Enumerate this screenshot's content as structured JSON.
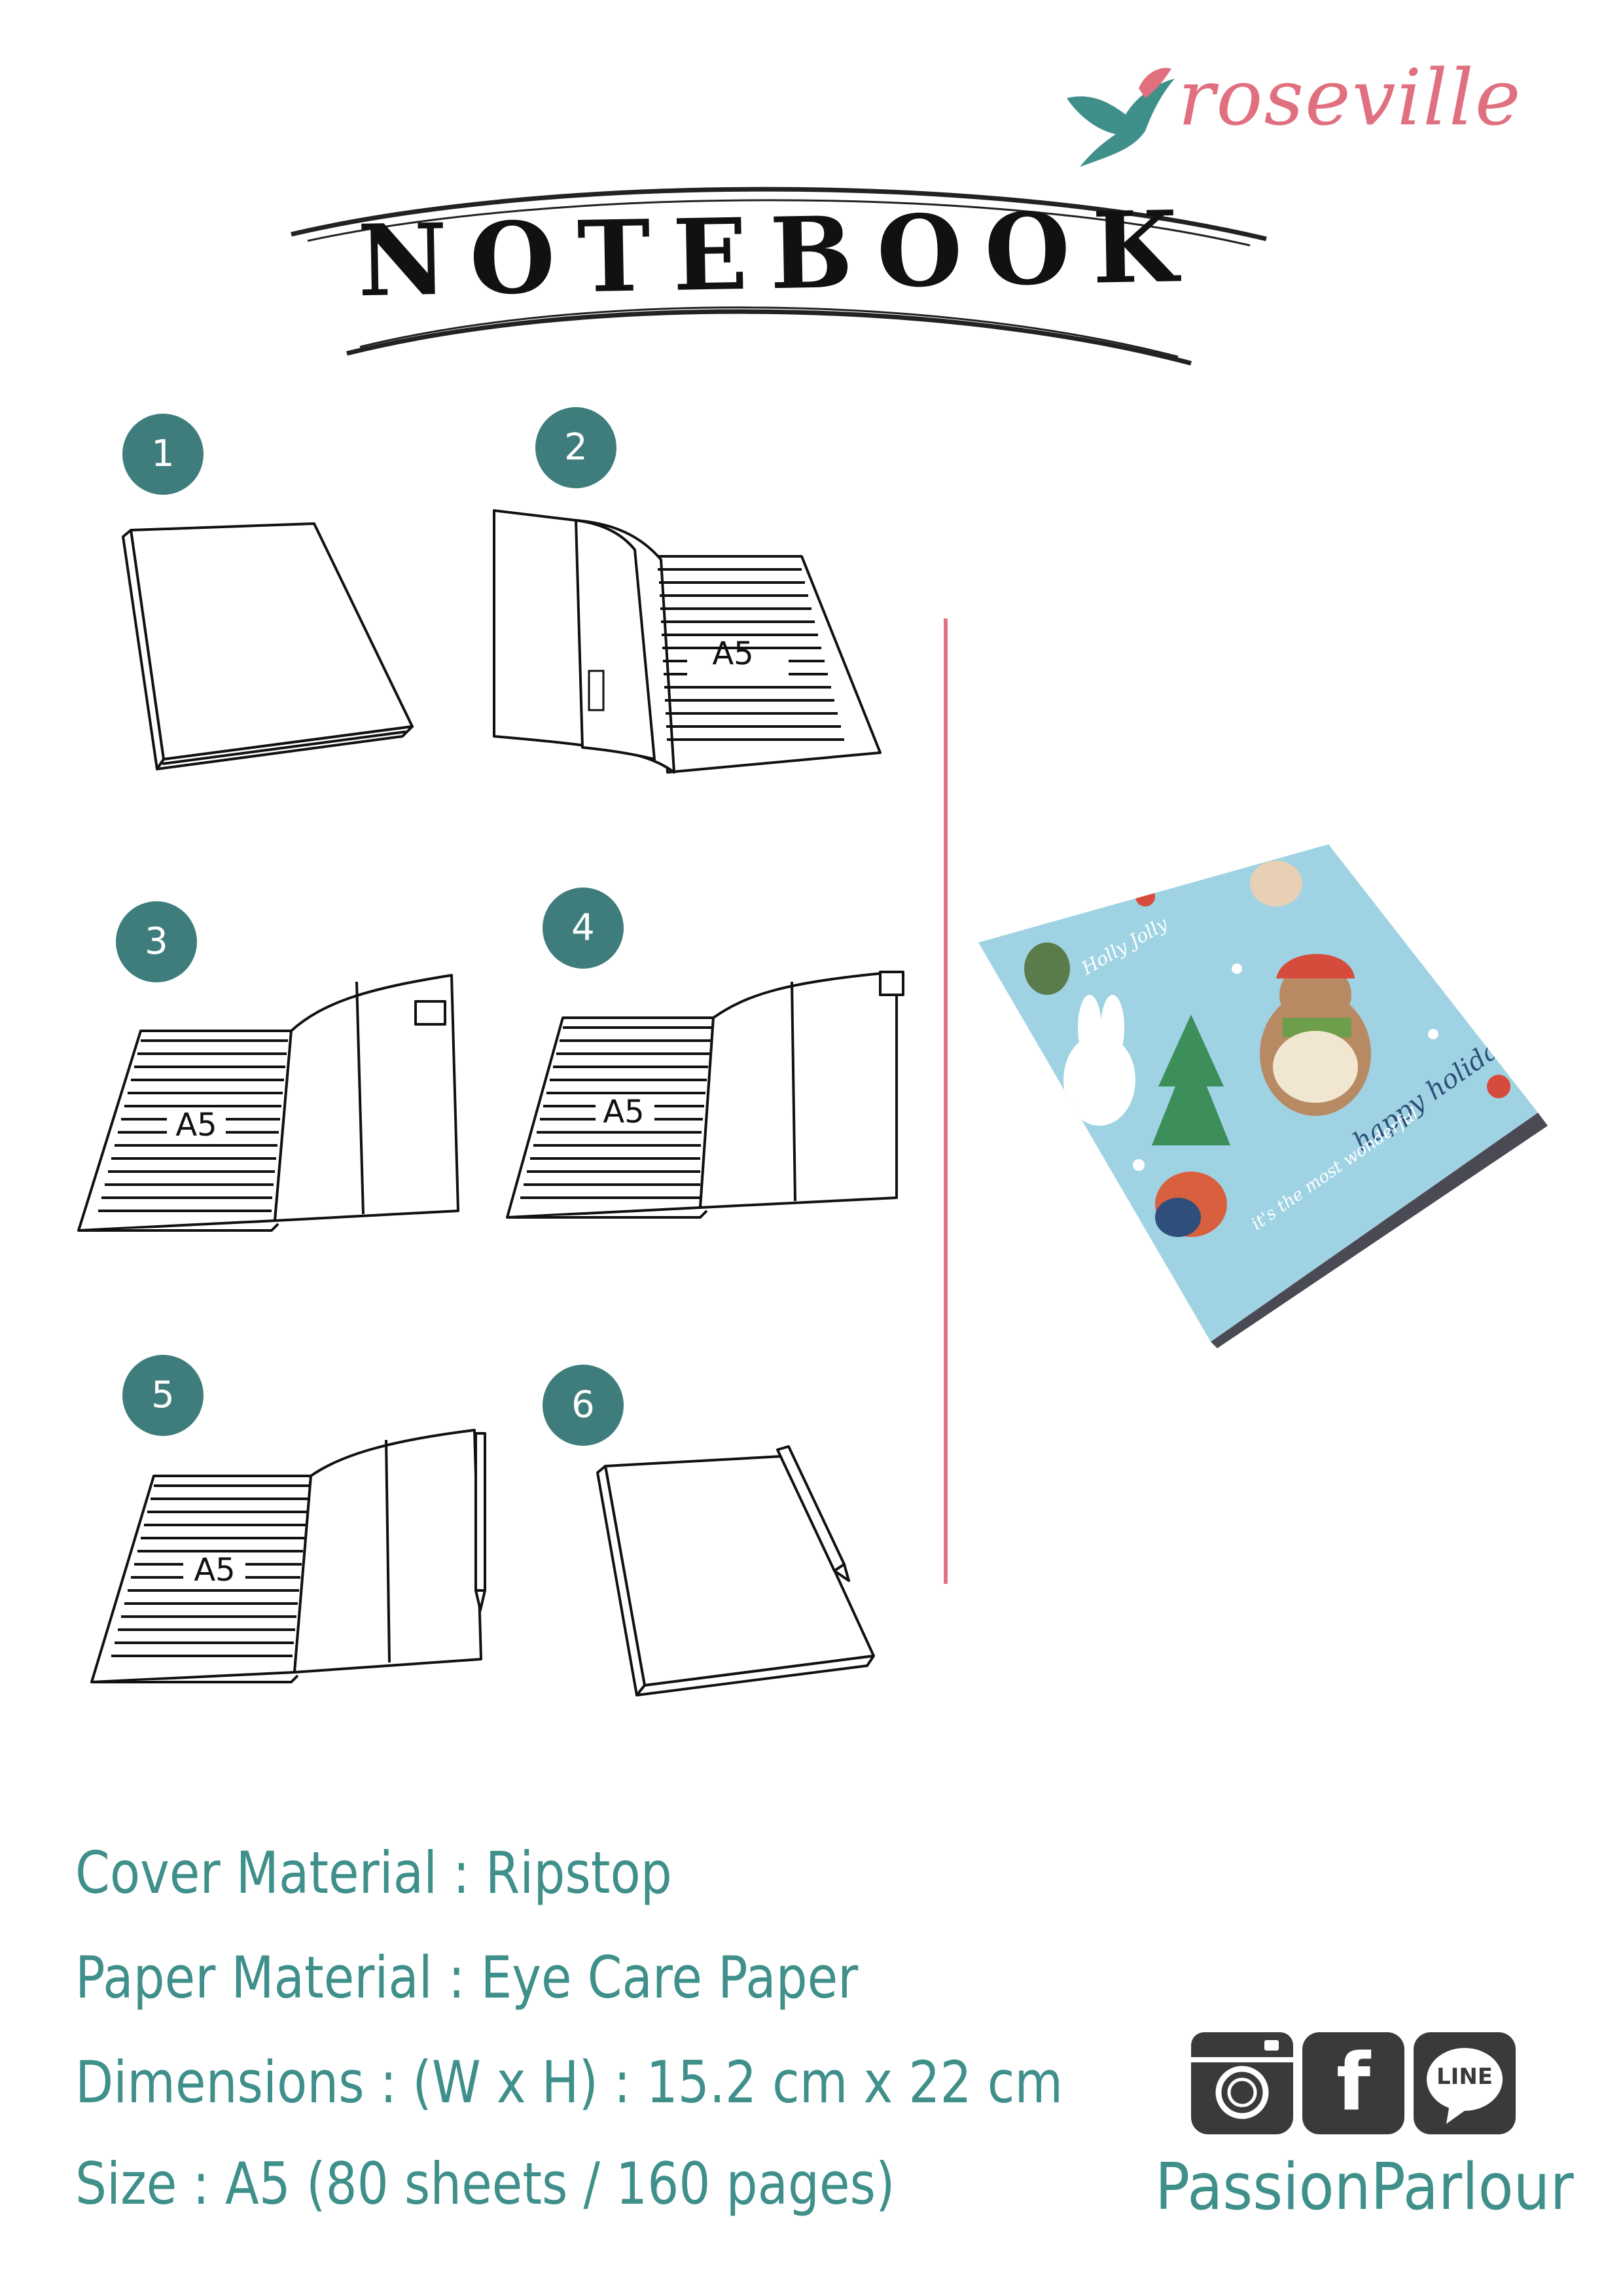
{
  "brand": {
    "name": "roseville",
    "logo_icon": "bird-icon",
    "color": "#e0707f",
    "icon_color": "#3f8f8a"
  },
  "title": "NOTEBOOK",
  "steps": [
    {
      "number": "1"
    },
    {
      "number": "2",
      "page_label": "A5"
    },
    {
      "number": "3",
      "page_label": "A5"
    },
    {
      "number": "4",
      "page_label": "A5"
    },
    {
      "number": "5",
      "page_label": "A5"
    },
    {
      "number": "6"
    }
  ],
  "product_image": {
    "pattern_text_1": "happy holidays",
    "pattern_text_2": "Holly Jolly",
    "pattern_text_3": "it's the most wonderful"
  },
  "specs": [
    {
      "label": "Cover Material",
      "value": "Ripstop",
      "text": "Cover Material : Ripstop"
    },
    {
      "label": "Paper Material",
      "value": "Eye Care Paper",
      "text": "Paper Material : Eye Care Paper"
    },
    {
      "label": "Dimensions",
      "value": "(W x H) : 15.2 cm x 22 cm",
      "text": "Dimensions : (W x H) : 15.2 cm x 22 cm"
    },
    {
      "label": "Size",
      "value": "A5 (80 sheets / 160 pages)",
      "text": "Size : A5 (80 sheets / 160 pages)"
    }
  ],
  "social": {
    "icons": [
      "instagram-icon",
      "facebook-icon",
      "line-icon"
    ],
    "facebook_glyph": "f",
    "line_label": "LINE",
    "handle": "PassionParlour"
  },
  "colors": {
    "accent_teal": "#3f7d7d",
    "divider_pink": "#e07283",
    "text_teal": "#3f8f8a"
  }
}
